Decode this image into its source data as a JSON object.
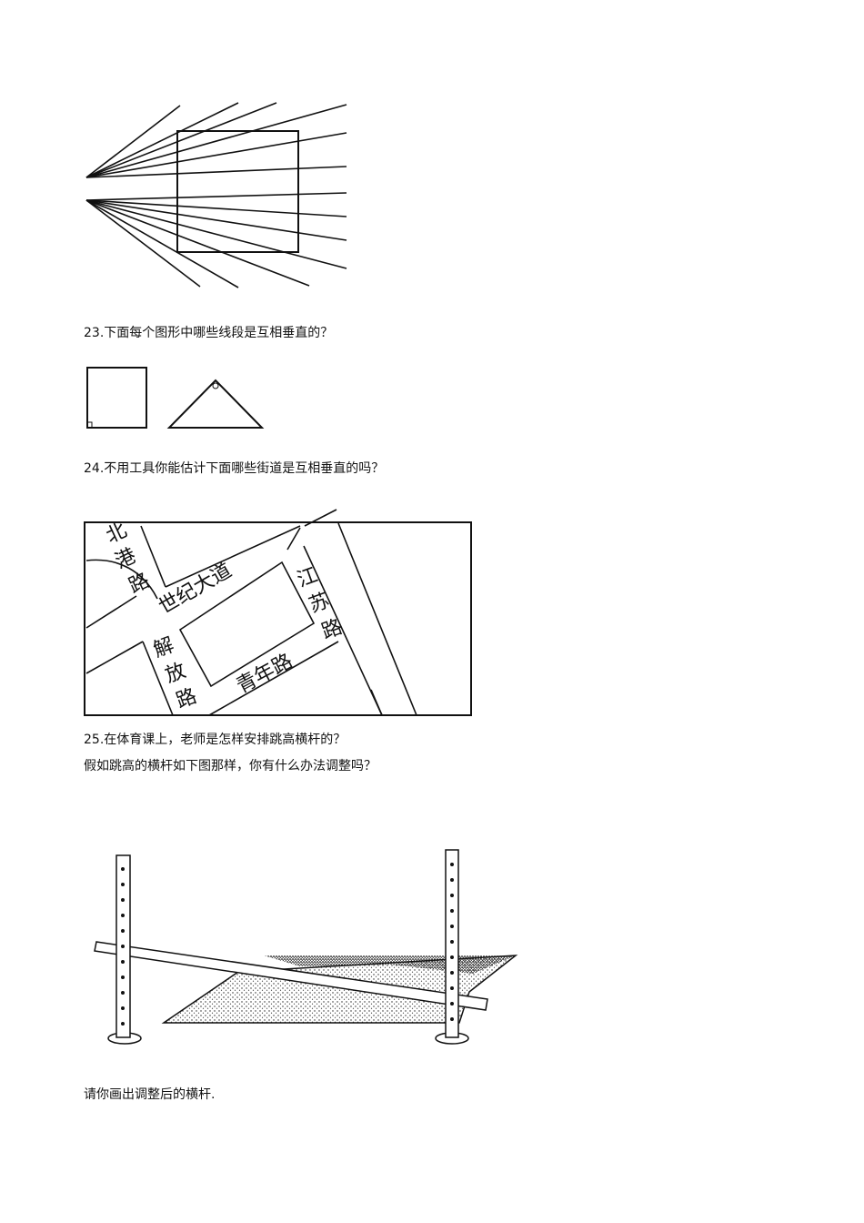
{
  "questions": {
    "q23": "23.下面每个图形中哪些线段是互相垂直的？",
    "q24": "24.不用工具你能估计下面哪些街道是互相垂直的吗？",
    "q25_line1": "25.在体育课上，老师是怎样安排跳高横杆的？",
    "q25_line2": "假如跳高的横杆如下图那样，你有什么办法调整吗？",
    "q25_line3": "请你画出调整后的横杆."
  },
  "map": {
    "beigang": [
      "北",
      "港",
      "路"
    ],
    "shiji": "世纪大道",
    "jiangsu": [
      "江",
      "苏",
      "路"
    ],
    "jiefang": [
      "解",
      "放",
      "路"
    ],
    "qingnian": "青年路"
  }
}
